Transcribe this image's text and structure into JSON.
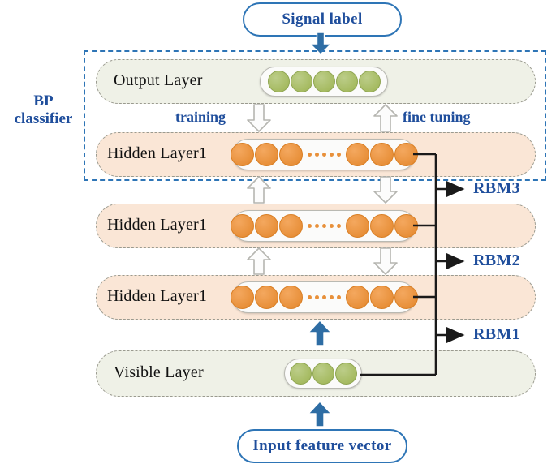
{
  "diagram": {
    "title_top": "Signal label",
    "title_bottom": "Input feature vector",
    "bp_classifier_line1": "BP",
    "bp_classifier_line2": "classifier",
    "flow_labels": {
      "training": "training",
      "fine_tuning": "fine tuning"
    },
    "rbm_labels": [
      "RBM3",
      "RBM2",
      "RBM1"
    ],
    "layers": [
      {
        "name": "output",
        "label": "Output Layer",
        "style": "green",
        "nodes": 5,
        "node_color": "green",
        "ellipsis": false
      },
      {
        "name": "hidden3",
        "label": "Hidden Layer1",
        "style": "peach",
        "nodes": 6,
        "node_color": "orange",
        "ellipsis": true
      },
      {
        "name": "hidden2",
        "label": "Hidden Layer1",
        "style": "peach",
        "nodes": 6,
        "node_color": "orange",
        "ellipsis": true
      },
      {
        "name": "hidden1",
        "label": "Hidden Layer1",
        "style": "peach",
        "nodes": 6,
        "node_color": "orange",
        "ellipsis": true
      },
      {
        "name": "visible",
        "label": "Visible Layer",
        "style": "green",
        "nodes": 3,
        "node_color": "green",
        "ellipsis": false
      }
    ],
    "colors": {
      "accent_blue": "#1F4E9C",
      "frame_blue": "#2E75B6",
      "band_green": "#EFF1E7",
      "band_peach": "#FAE6D6",
      "node_green": "#A6BB62",
      "node_orange": "#E8903A",
      "connector_black": "#1a1a1a",
      "arrow_blue": "#2E6DA4"
    }
  }
}
